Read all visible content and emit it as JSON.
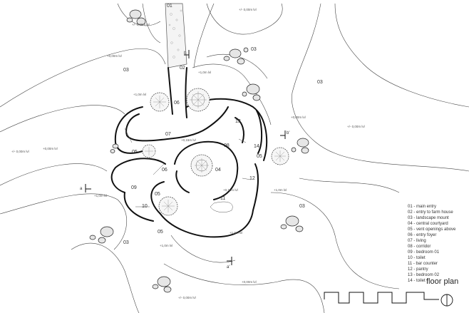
{
  "plan_title": "floor plan",
  "room_numbers": [
    "01",
    "02",
    "03",
    "03",
    "03",
    "03",
    "03",
    "04",
    "05",
    "05",
    "05",
    "05",
    "06",
    "06",
    "07",
    "08",
    "09",
    "10",
    "11",
    "12",
    "13",
    "14"
  ],
  "levels": {
    "top_left": "+/- 0,00m lvl",
    "top_right": "+/- 0,00m lvl",
    "nw": "+0,00m lvl",
    "north": "+1,0m lvl",
    "west_inner": "+1,0m lvl",
    "east": "+0,00m lvl",
    "east_far": "+/- 0,00m lvl",
    "center_living": "+0,15m lvl",
    "west_far": "+/- 0,00m lvl",
    "west_mid": "+0,00m lvl",
    "west_low": "+1,0m lvl",
    "courtyard_s": "+0,15m lvl",
    "se": "+1,0m lvl",
    "south": "+1,0m lvl",
    "sw": "+1,0m lvl",
    "bottom_mid": "+0,00m lvl",
    "bottom_left": "+/- 0,00m lvl"
  },
  "section_marks": [
    "a",
    "b",
    "b'",
    "a'"
  ],
  "legend": [
    "01 - main entry",
    "02 - entry to farm house",
    "03 - landscape mount",
    "04 - central courtyard",
    "05 - vent openings above",
    "06 - entry foyer",
    "07 - living",
    "08 - corridor",
    "09 - bedroom 01",
    "10 - toilet",
    "11 - bar counter",
    "12 - pantry",
    "13 - bedroom 02",
    "14 - toilet"
  ]
}
